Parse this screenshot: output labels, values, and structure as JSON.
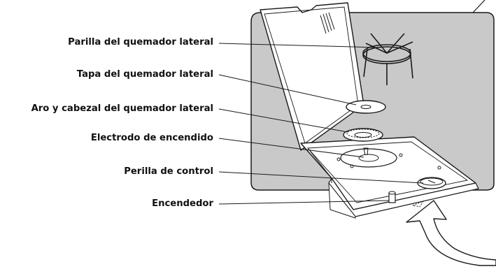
{
  "labels": {
    "grill": "Parilla del quemador lateral",
    "cover": "Tapa del quemador lateral",
    "ring": "Aro y cabezal del quemador lateral",
    "electrode": "Electrodo de encendido",
    "knob": "Perilla de control",
    "igniter": "Encendedor"
  },
  "colors": {
    "panel": "#c9c9c9",
    "outline": "#1a1a1a",
    "background": "#ffffff"
  }
}
